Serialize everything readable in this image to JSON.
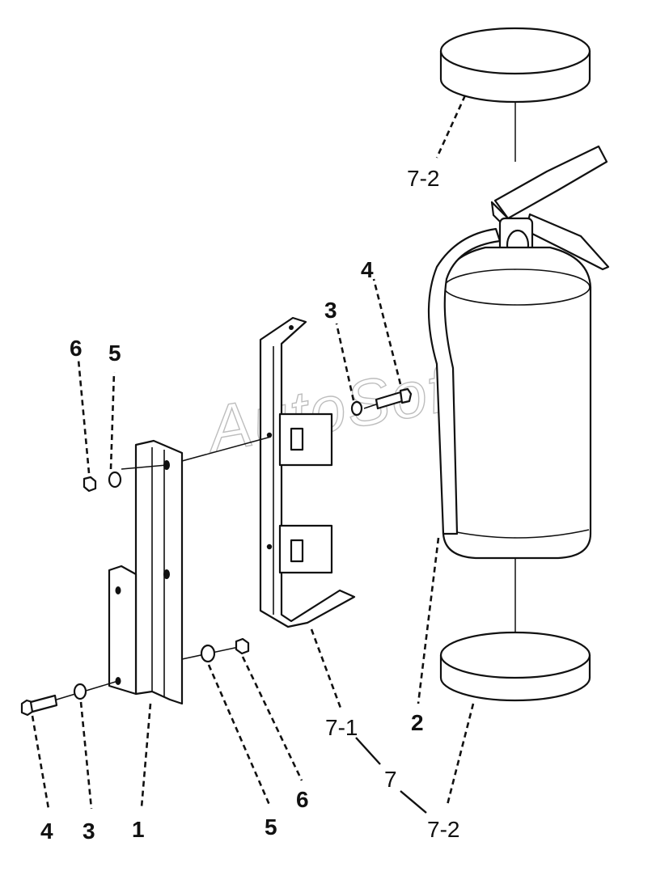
{
  "watermark": "AutoSoft",
  "callouts": {
    "bracket": "1",
    "extinguisher": "2",
    "washer_top": "3",
    "washer_bottom": "3",
    "bolt_top": "4",
    "bolt_bottom": "4",
    "lock_washer_top": "5",
    "lock_washer_bottom": "5",
    "nut_top": "6",
    "nut_bottom": "6",
    "holder_assembly": "7",
    "holder": "7-1",
    "band_top": "7-2",
    "band_bottom": "7-2"
  }
}
